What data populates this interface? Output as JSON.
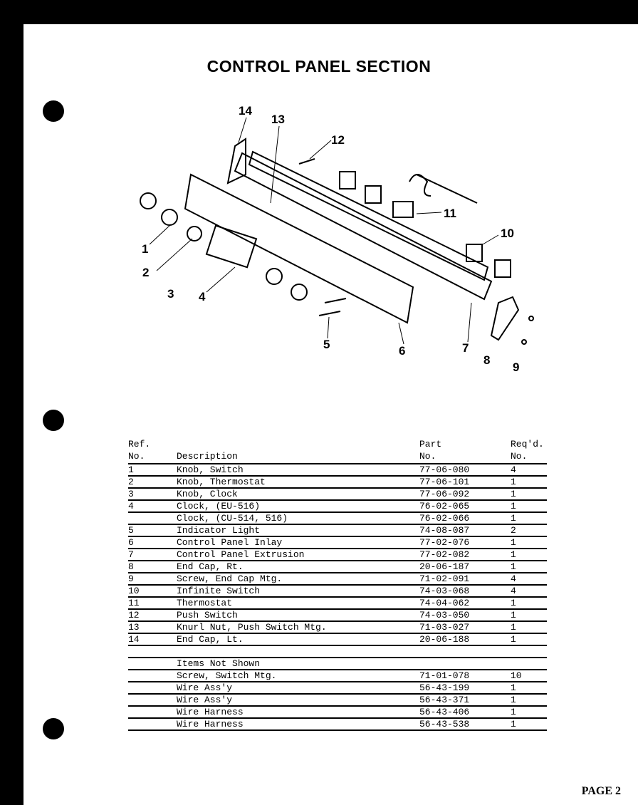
{
  "title": "CONTROL PANEL SECTION",
  "page_label": "PAGE 2",
  "diagram": {
    "callouts": [
      "1",
      "2",
      "3",
      "4",
      "5",
      "6",
      "7",
      "8",
      "9",
      "10",
      "11",
      "12",
      "13",
      "14"
    ]
  },
  "table": {
    "headers": {
      "ref_line1": "Ref.",
      "ref_line2": "No.",
      "description": "Description",
      "part_line1": "Part",
      "part_line2": "No.",
      "qty_line1": "Req'd.",
      "qty_line2": "No."
    },
    "rows": [
      {
        "ref": "1",
        "desc": "Knob, Switch",
        "part": "77-06-080",
        "qty": "4"
      },
      {
        "ref": "2",
        "desc": "Knob, Thermostat",
        "part": "77-06-101",
        "qty": "1"
      },
      {
        "ref": "3",
        "desc": "Knob, Clock",
        "part": "77-06-092",
        "qty": "1"
      },
      {
        "ref": "4",
        "desc": "Clock, (EU-516)",
        "part": "76-02-065",
        "qty": "1"
      },
      {
        "ref": "",
        "desc": "Clock, (CU-514, 516)",
        "part": "76-02-066",
        "qty": "1"
      },
      {
        "ref": "5",
        "desc": "Indicator Light",
        "part": "74-08-087",
        "qty": "2"
      },
      {
        "ref": "6",
        "desc": "Control Panel Inlay",
        "part": "77-02-076",
        "qty": "1"
      },
      {
        "ref": "7",
        "desc": "Control Panel Extrusion",
        "part": "77-02-082",
        "qty": "1"
      },
      {
        "ref": "8",
        "desc": "End Cap, Rt.",
        "part": "20-06-187",
        "qty": "1"
      },
      {
        "ref": "9",
        "desc": "Screw, End Cap Mtg.",
        "part": "71-02-091",
        "qty": "4"
      },
      {
        "ref": "10",
        "desc": "Infinite Switch",
        "part": "74-03-068",
        "qty": "4"
      },
      {
        "ref": "11",
        "desc": "Thermostat",
        "part": "74-04-062",
        "qty": "1"
      },
      {
        "ref": "12",
        "desc": "Push Switch",
        "part": "74-03-050",
        "qty": "1"
      },
      {
        "ref": "13",
        "desc": "Knurl Nut, Push Switch Mtg.",
        "part": "71-03-027",
        "qty": "1"
      },
      {
        "ref": "14",
        "desc": "End Cap, Lt.",
        "part": "20-06-188",
        "qty": "1"
      }
    ],
    "not_shown_label": "Items Not Shown",
    "not_shown_rows": [
      {
        "ref": "",
        "desc": "Screw, Switch Mtg.",
        "part": "71-01-078",
        "qty": "10"
      },
      {
        "ref": "",
        "desc": "Wire Ass'y",
        "part": "56-43-199",
        "qty": "1"
      },
      {
        "ref": "",
        "desc": "Wire Ass'y",
        "part": "56-43-371",
        "qty": "1"
      },
      {
        "ref": "",
        "desc": "Wire Harness",
        "part": "56-43-406",
        "qty": "1"
      },
      {
        "ref": "",
        "desc": "Wire Harness",
        "part": "56-43-538",
        "qty": "1"
      }
    ]
  }
}
